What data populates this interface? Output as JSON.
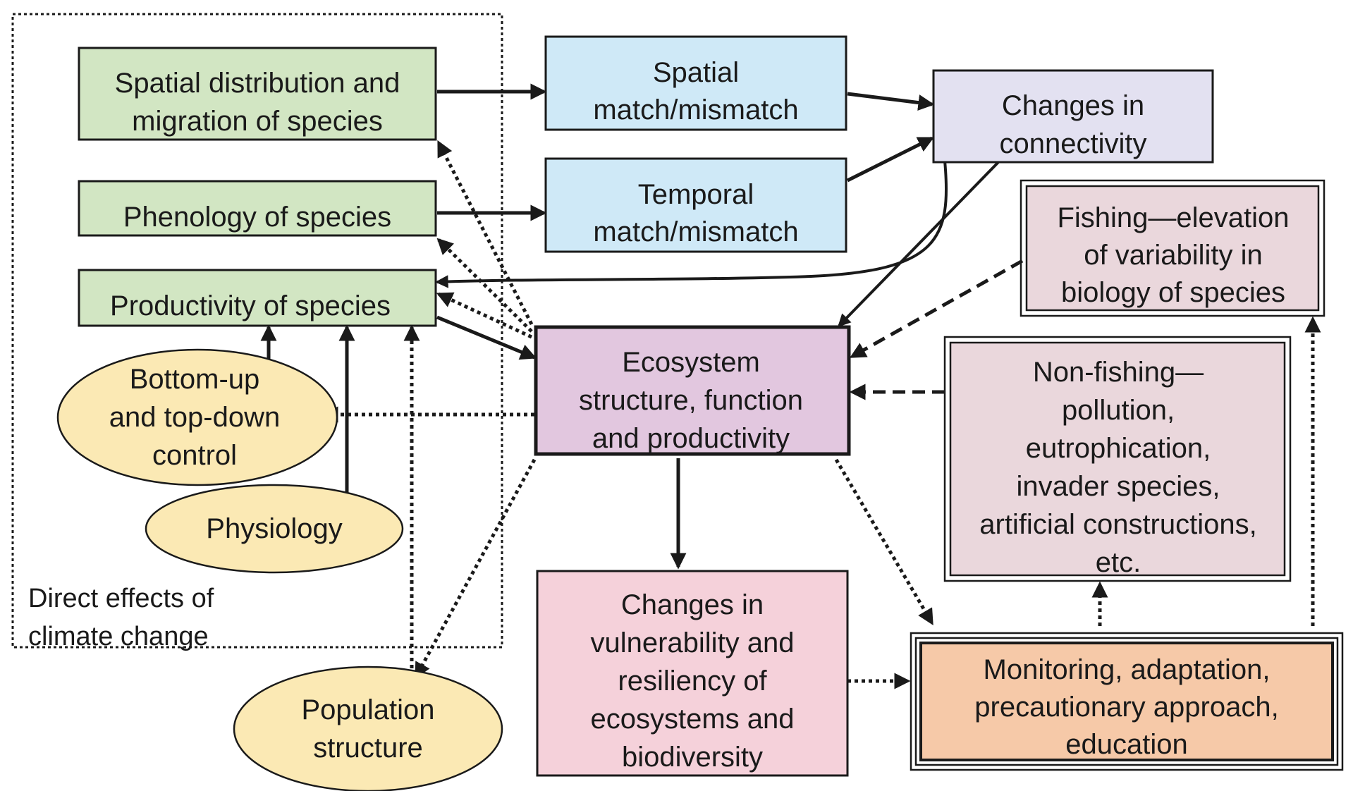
{
  "nodes": {
    "spatial_distribution": {
      "lines": [
        "Spatial distribution and",
        "migration of species"
      ],
      "fill": "#d2e6c3"
    },
    "phenology": {
      "lines": [
        "Phenology of species"
      ],
      "fill": "#d2e6c3"
    },
    "productivity": {
      "lines": [
        "Productivity of species"
      ],
      "fill": "#d2e6c3"
    },
    "spatial_match": {
      "lines": [
        "Spatial",
        "match/mismatch"
      ],
      "fill": "#cfe9f7"
    },
    "temporal_match": {
      "lines": [
        "Temporal",
        "match/mismatch"
      ],
      "fill": "#cfe9f7"
    },
    "connectivity": {
      "lines": [
        "Changes in",
        "connectivity"
      ],
      "fill": "#e3e1f1"
    },
    "fishing": {
      "lines": [
        "Fishing—elevation",
        "of variability in",
        "biology of species"
      ],
      "fill": "#ead7dc"
    },
    "ecosystem": {
      "lines": [
        "Ecosystem",
        "structure, function",
        "and productivity"
      ],
      "fill": "#e2c7df"
    },
    "non_fishing": {
      "lines": [
        "Non-fishing—",
        "pollution,",
        "eutrophication,",
        "invader species,",
        "artificial constructions,",
        "etc."
      ],
      "fill": "#ead7dc"
    },
    "vulnerability": {
      "lines": [
        "Changes in",
        "vulnerability and",
        "resiliency of",
        "ecosystems and",
        "biodiversity"
      ],
      "fill": "#f5d1da"
    },
    "monitoring": {
      "lines": [
        "Monitoring, adaptation,",
        "precautionary approach,",
        "education"
      ],
      "fill": "#f6c9a8"
    },
    "bottom_up": {
      "lines": [
        "Bottom-up",
        "and top-down",
        "control"
      ],
      "fill": "#fbe9b4"
    },
    "physiology": {
      "lines": [
        "Physiology"
      ],
      "fill": "#fbe9b4"
    },
    "population": {
      "lines": [
        "Population",
        "structure"
      ],
      "fill": "#fbe9b4"
    }
  },
  "region_label": {
    "lines": [
      "Direct effects of",
      "climate change"
    ]
  }
}
